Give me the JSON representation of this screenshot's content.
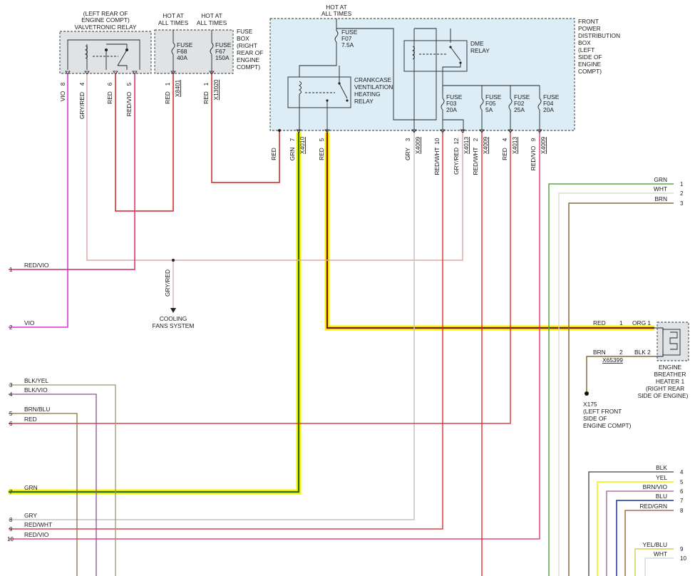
{
  "colors": {
    "red": "#d42020",
    "vio": "#d62fd6",
    "pink": "#e0a8a8",
    "grn": "#4caf3a",
    "gry": "#c4c4c4",
    "brn": "#8a6d3b",
    "wht": "#d2d2d2",
    "blu": "#1d2f9e",
    "blk": "#444444",
    "yel": "#f2f200",
    "olive": "#9a9a6a",
    "purple": "#8e4e9e",
    "highlight": "#f4f400",
    "darkgreen": "#2f6b1f",
    "darkred": "#7a1515"
  },
  "valvetronic_relay": {
    "title1": "(LEFT REAR OF",
    "title2": "ENGINE COMPT)",
    "title3": "VALVETRONIC RELAY"
  },
  "fuse_box_right": {
    "hot1a": "HOT AT",
    "hot1b": "ALL TIMES",
    "hot2a": "HOT AT",
    "hot2b": "ALL TIMES",
    "f68": {
      "l1": "FUSE",
      "l2": "F68",
      "l3": "40A"
    },
    "f67": {
      "l1": "FUSE",
      "l2": "F67",
      "l3": "150A"
    },
    "label": [
      "FUSE",
      "BOX",
      "(RIGHT",
      "REAR OF",
      "ENGINE",
      "COMPT)"
    ]
  },
  "front_box": {
    "hot_a": "HOT AT",
    "hot_b": "ALL TIMES",
    "f07": {
      "l1": "FUSE",
      "l2": "F07",
      "l3": "7.5A"
    },
    "dme": {
      "l1": "DME",
      "l2": "RELAY"
    },
    "ccv": [
      "CRANKCASE",
      "VENTILATION",
      "HEATING",
      "RELAY"
    ],
    "label": [
      "FRONT",
      "POWER",
      "DISTRIBUTION",
      "BOX",
      "(LEFT",
      "SIDE OF",
      "ENGINE",
      "COMPT)"
    ],
    "f03": {
      "l1": "FUSE",
      "l2": "F03",
      "l3": "20A"
    },
    "f05": {
      "l1": "FUSE",
      "l2": "F05",
      "l3": "5A"
    },
    "f02": {
      "l1": "FUSE",
      "l2": "F02",
      "l3": "25A"
    },
    "f04": {
      "l1": "FUSE",
      "l2": "F04",
      "l3": "20A"
    }
  },
  "vertical_labels": {
    "vio": "VIO",
    "gryred": "GRY/RED",
    "red6": "RED",
    "redvio5": "RED/VIO",
    "red_f68": "RED",
    "x8401": "X8401",
    "red_f67": "RED",
    "x13020": "X13020",
    "red_box": "RED",
    "grn7": "GRN",
    "x4010": "X4010",
    "red5": "RED",
    "gry3": "GRY",
    "x4009a": "X4009",
    "redwht10": "RED/WHT",
    "gryred12": "GRY/RED",
    "x4013a": "X4013",
    "redwht2": "RED/WHT",
    "x4009b": "X4009",
    "red4": "RED",
    "x4013b": "X4013",
    "redvio9": "RED/VIO",
    "x4009c": "X4009",
    "gryred_fan": "GRY/RED"
  },
  "pins": {
    "p8": "8",
    "p4": "4",
    "p6": "6",
    "p5": "5",
    "f68": "1",
    "f67": "1",
    "grn7": "7",
    "red5": "5",
    "gry3": "3",
    "rw10": "10",
    "gr12": "12",
    "rw2": "2",
    "r4": "4",
    "rv9": "9"
  },
  "cooling": {
    "l1": "COOLING",
    "l2": "FANS SYSTEM"
  },
  "left_rows": [
    {
      "n": "1",
      "label": "RED/VIO"
    },
    {
      "n": "2",
      "label": "VIO"
    },
    {
      "n": "3",
      "label": "BLK/YEL"
    },
    {
      "n": "4",
      "label": "BLK/VIO"
    },
    {
      "n": "5",
      "label": "BRN/BLU"
    },
    {
      "n": "6",
      "label": "RED"
    },
    {
      "n": "7",
      "label": "GRN"
    },
    {
      "n": "8",
      "label": "GRY"
    },
    {
      "n": "9",
      "label": "RED/WHT"
    },
    {
      "n": "10",
      "label": "RED/VIO"
    }
  ],
  "right_top": [
    {
      "label": "GRN",
      "n": "1"
    },
    {
      "label": "WHT",
      "n": "2"
    },
    {
      "label": "BRN",
      "n": "3"
    }
  ],
  "right_bottom": [
    {
      "label": "BLK",
      "n": "4"
    },
    {
      "label": "YEL",
      "n": "5"
    },
    {
      "label": "BRN/VIO",
      "n": "6"
    },
    {
      "label": "BLU",
      "n": "7"
    },
    {
      "label": "RED/GRN",
      "n": "8"
    },
    {
      "label": "YEL/BLU",
      "n": "9"
    },
    {
      "label": "WHT",
      "n": "10"
    }
  ],
  "heater": {
    "red": "RED",
    "pin1": "1",
    "org1": "ORG 1",
    "brn": "BRN",
    "pin2": "2",
    "blk2": "BLK 2",
    "conn": "X65399",
    "label": [
      "ENGINE",
      "BREATHER",
      "HEATER 1",
      "(RIGHT REAR",
      "SIDE OF ENGINE)"
    ]
  },
  "ground": {
    "id": "X175",
    "l1": "(LEFT FRONT",
    "l2": "SIDE OF",
    "l3": "ENGINE COMPT)"
  }
}
